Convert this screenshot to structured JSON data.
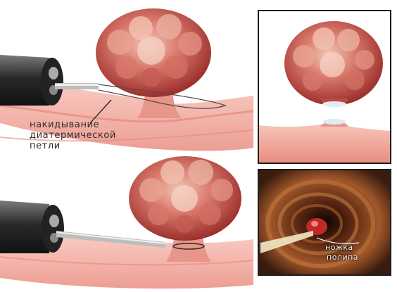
{
  "labels": {
    "snare": [
      "накидывание",
      "диатермической",
      "петли"
    ],
    "stalk": [
      "ножка",
      "полипа"
    ]
  },
  "colors": {
    "mucosa": "#f2b0a6",
    "polyp": "#c9514c",
    "endoscopy_bg": "#3a1c0f"
  }
}
